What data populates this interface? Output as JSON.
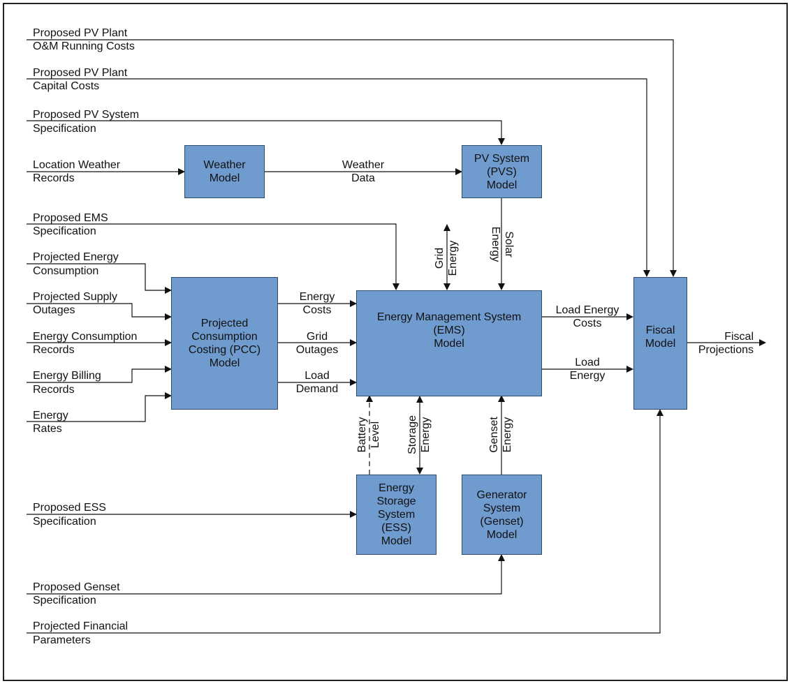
{
  "colors": {
    "box_fill": "#6f9bce",
    "box_border": "#2e4a6b",
    "line": "#111111"
  },
  "blocks": {
    "weather": "Weather\nModel",
    "pvs": "PV System\n(PVS)\nModel",
    "pcc": "Projected\nConsumption\nCosting (PCC)\nModel",
    "ems": "Energy Management System\n(EMS)\nModel",
    "ess": "Energy\nStorage\nSystem\n(ESS)\nModel",
    "genset": "Generator\nSystem\n(Genset)\nModel",
    "fiscal": "Fiscal\nModel"
  },
  "inputs": [
    {
      "top": "Proposed PV Plant",
      "bottom": "O&M Running Costs"
    },
    {
      "top": "Proposed PV Plant",
      "bottom": "Capital Costs"
    },
    {
      "top": "Proposed PV System",
      "bottom": "Specification"
    },
    {
      "top": "Location Weather",
      "bottom": "Records"
    },
    {
      "top": "Proposed EMS",
      "bottom": "Specification"
    },
    {
      "top": "Projected Energy",
      "bottom": "Consumption"
    },
    {
      "top": "Projected Supply",
      "bottom": "Outages"
    },
    {
      "top": "Energy Consumption",
      "bottom": "Records"
    },
    {
      "top": "Energy Billing",
      "bottom": "Records"
    },
    {
      "top": "Energy",
      "bottom": "Rates"
    },
    {
      "top": "Proposed ESS",
      "bottom": "Specification"
    },
    {
      "top": "Proposed Genset",
      "bottom": "Specification"
    },
    {
      "top": "Projected Financial",
      "bottom": "Parameters"
    }
  ],
  "flows": {
    "weather_data": "Weather\nData",
    "energy_costs": "Energy\nCosts",
    "grid_outages": "Grid\nOutages",
    "load_demand": "Load\nDemand",
    "grid_energy": "Grid\nEnergy",
    "solar_energy": "Solar\nEnergy",
    "battery_level": "Battery\nLevel",
    "storage_energy": "Storage\nEnergy",
    "genset_energy": "Genset\nEnergy",
    "load_energy_costs": "Load Energy\nCosts",
    "load_energy": "Load\nEnergy",
    "fiscal_projections": "Fiscal\nProjections"
  }
}
